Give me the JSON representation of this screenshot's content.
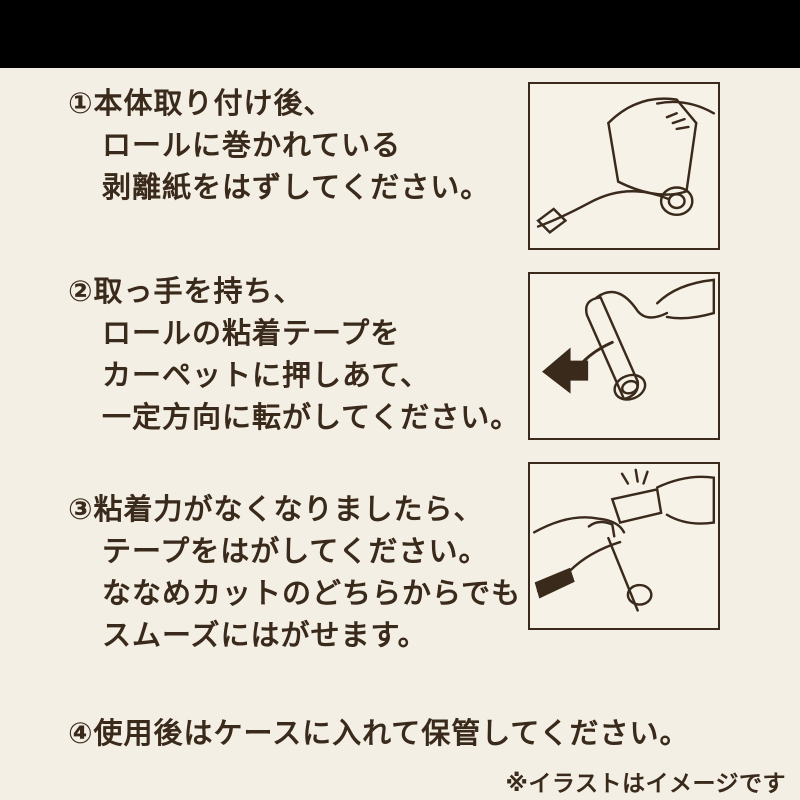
{
  "steps": [
    {
      "lines": [
        "①本体取り付け後、",
        "ロールに巻かれている",
        "剥離紙をはずしてください。"
      ],
      "illustration_icon": "peel-release-paper-illustration"
    },
    {
      "lines": [
        "②取っ手を持ち、",
        "ロールの粘着テープを",
        "カーペットに押しあて、",
        "一定方向に転がしてください。"
      ],
      "illustration_icon": "roll-on-carpet-illustration"
    },
    {
      "lines": [
        "③粘着力がなくなりましたら、",
        "テープをはがしてください。",
        "ななめカットのどちらからでも",
        "スムーズにはがせます。"
      ],
      "illustration_icon": "tear-off-tape-illustration"
    },
    {
      "lines": [
        "④使用後はケースに入れて保管してください。"
      ]
    }
  ],
  "note": "※イラストはイメージです",
  "colors": {
    "background": "#f4efe4",
    "text": "#3a2a1c",
    "topbar": "#000000"
  }
}
